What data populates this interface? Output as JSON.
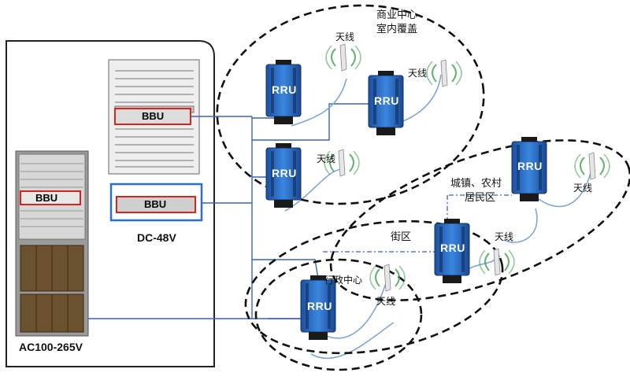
{
  "labels": {
    "commercial_center": "商业中心",
    "indoor_coverage": "室内覆盖",
    "township_rural": "城镇、农村",
    "residential_area": "居民区",
    "street_area": "街区",
    "admin_center": "行政中心",
    "antenna": "天线",
    "rru": "RRU",
    "bbu": "BBU",
    "dc_power": "DC-48V",
    "ac_power": "AC100-265V"
  },
  "colors": {
    "fiber_line": "#3a64b4",
    "bbu_highlight": "#d9241c",
    "power_box": "#2a6fd6",
    "rru_body": "#2f72c9",
    "ellipse": "#111111"
  }
}
